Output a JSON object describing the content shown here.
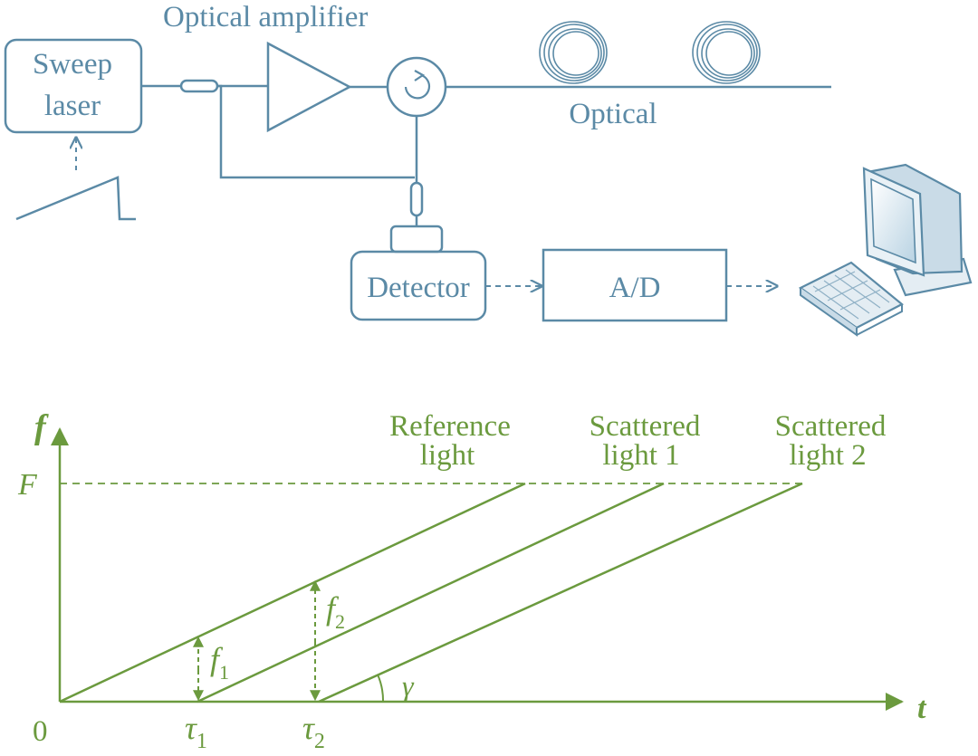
{
  "setup": {
    "labels": {
      "optical_amplifier": "Optical amplifier",
      "sweep_laser_line1": "Sweep",
      "sweep_laser_line2": "laser",
      "optical": "Optical",
      "detector": "Detector",
      "ad": "A/D"
    },
    "colors": {
      "stroke": "#5b8aa6",
      "text": "#5b8aa6"
    }
  },
  "graph": {
    "axis_y": "f",
    "axis_x": "t",
    "origin": "0",
    "level_F": "F",
    "tau1": "τ",
    "tau1_sub": "1",
    "tau2": "τ",
    "tau2_sub": "2",
    "f1": "f",
    "f1_sub": "1",
    "f2": "f",
    "f2_sub": "2",
    "angle": "γ",
    "series": {
      "reference_line1": "Reference",
      "reference_line2": "light",
      "scattered1_line1": "Scattered",
      "scattered1_line2": "light 1",
      "scattered2_line1": "Scattered",
      "scattered2_line2": "light 2"
    },
    "colors": {
      "stroke": "#6b9a3e",
      "text": "#6b9a3e"
    }
  }
}
